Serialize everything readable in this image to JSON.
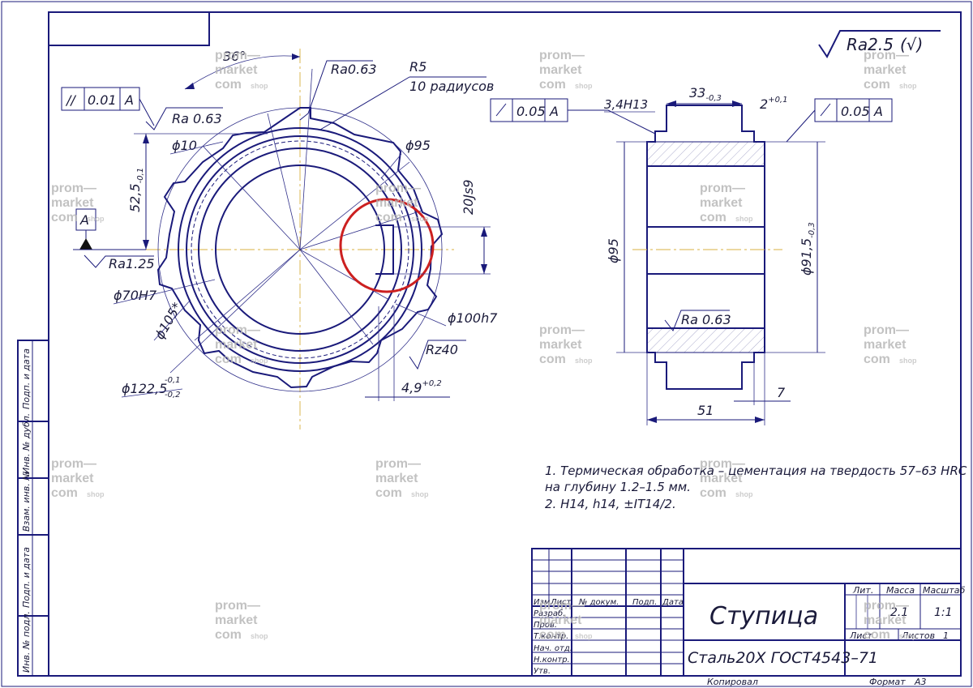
{
  "roughness_general": "Ra2.5",
  "roughness_general_paren": "(√)",
  "front_view": {
    "angle": "36°",
    "ra_top": "Ra0.63",
    "radius_note_1": "R5",
    "radius_note_2": "10 радиусов",
    "parallel_tol_symbol": "//",
    "parallel_tol_value": "0.01",
    "parallel_tol_datum": "A",
    "ra_left": "Ra 0.63",
    "dia_10": "ϕ10",
    "dia_95": "ϕ95",
    "dim_52_5": "52,5",
    "dim_52_5_tol": "-0,1",
    "datum_a": "A",
    "ra_125": "Ra1.25",
    "dia_70h7": "ϕ70H7",
    "dia_105": "ϕ105*",
    "dia_100h7": "ϕ100h7",
    "rz40": "Rz40",
    "dim_4_9": "4,9",
    "dim_4_9_tol": "+0,2",
    "dim_20js9": "20Js9",
    "dia_122_5": "ϕ122,5",
    "dia_122_5_tol_up": "-0,1",
    "dia_122_5_tol_low": "-0,2"
  },
  "side_view": {
    "runout_left_value": "0.05",
    "runout_left_datum": "A",
    "dim_3_4h13": "3,4H13",
    "dim_33": "33",
    "dim_33_tol": "-0,3",
    "dim_2": "2",
    "dim_2_tol": "+0,1",
    "runout_right_value": "0.05",
    "runout_right_datum": "A",
    "dia_95": "ϕ95",
    "dia_91_5": "ϕ91,5",
    "dia_91_5_tol": "-0,3",
    "ra_063": "Ra 0.63",
    "dim_51": "51",
    "dim_7": "7"
  },
  "notes": [
    "1. Термическая обработка – цементация на твердость 57–63 HRC",
    "на глубину 1.2–1.5 мм.",
    "2. H14, h14, ±IT14/2."
  ],
  "title_block": {
    "part_name": "Ступица",
    "material": "Сталь20Х ГОСТ4543–71",
    "col_izm": "Изм.",
    "col_list": "Лист",
    "col_doc": "№ докум.",
    "col_sign": "Подп.",
    "col_date": "Дата",
    "row_razrab": "Разраб.",
    "row_prov": "Пров.",
    "row_tkontr": "Т.контр.",
    "row_nach": "Нач. отд.",
    "row_nkontr": "Н.контр.",
    "row_utv": "Утв.",
    "lit_label": "Лит.",
    "mass_label": "Масса",
    "scale_label": "Масштаб",
    "mass_value": "2.1",
    "scale_value": "1:1",
    "sheet_label": "Лист",
    "sheets_label": "Листов",
    "sheets_value": "1",
    "copied": "Копировал",
    "format_label": "Формат",
    "format_value": "А3"
  },
  "side_stamp": [
    "Подп. и дата",
    "Инв. № дубл.",
    "Взам. инв. №",
    "Подп. и дата",
    "Инв. № подл."
  ],
  "watermark": {
    "line1": "prom—",
    "line2": "market",
    "line3": "com",
    "suffix": "shop"
  }
}
